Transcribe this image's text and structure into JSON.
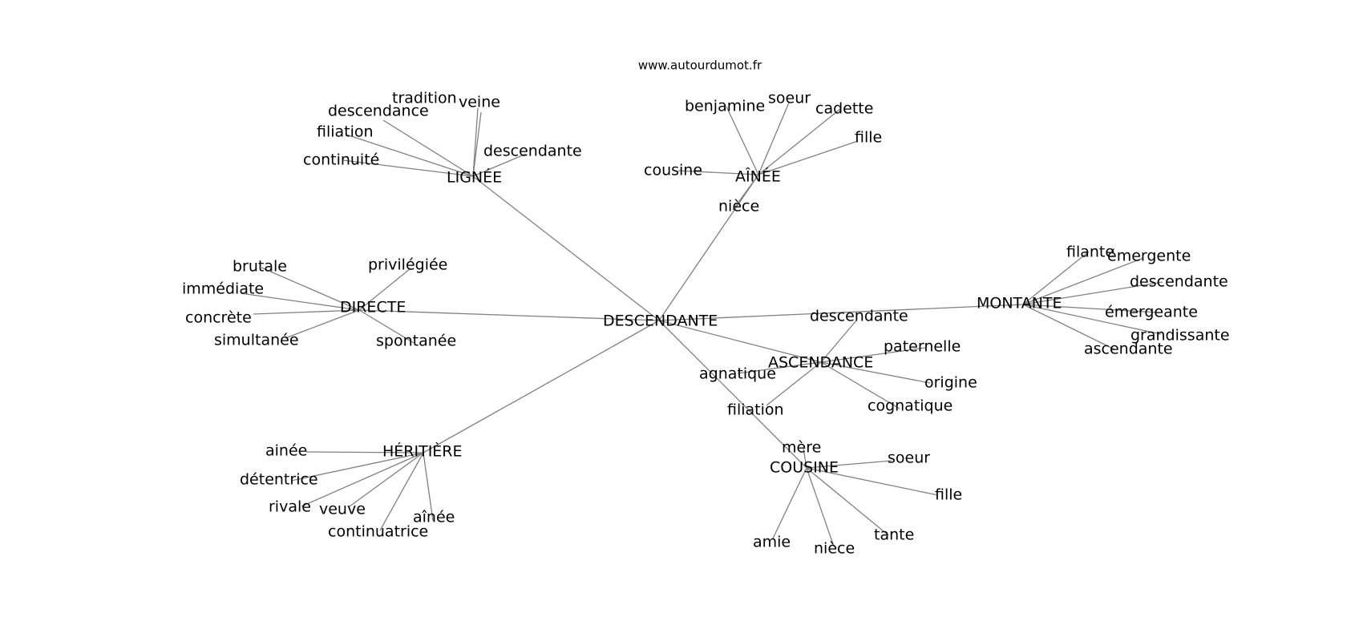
{
  "source": "www.autourdumot.fr",
  "center": "DESCENDANTE",
  "hubs": [
    {
      "id": "lignee",
      "label": "LIGNÉE",
      "leaves": [
        "tradition",
        "veine",
        "descendance",
        "filiation",
        "descendante",
        "continuité"
      ]
    },
    {
      "id": "ainee",
      "label": "AÎNÉE",
      "leaves": [
        "benjamine",
        "soeur",
        "cadette",
        "fille",
        "cousine",
        "nièce"
      ]
    },
    {
      "id": "directe",
      "label": "DIRECTE",
      "leaves": [
        "brutale",
        "privilégiée",
        "immédiate",
        "concrète",
        "simultanée",
        "spontanée"
      ]
    },
    {
      "id": "montante",
      "label": "MONTANTE",
      "leaves": [
        "filante",
        "émergente",
        "descendante",
        "émergeante",
        "grandissante",
        "ascendante"
      ]
    },
    {
      "id": "ascendance",
      "label": "ASCENDANCE",
      "leaves": [
        "descendante",
        "paternelle",
        "agnatique",
        "origine",
        "filiation",
        "cognatique"
      ]
    },
    {
      "id": "heritiere",
      "label": "HÉRITIÈRE",
      "leaves": [
        "ainée",
        "détentrice",
        "rivale",
        "veuve",
        "continuatrice",
        "aînée"
      ]
    },
    {
      "id": "cousine",
      "label": "COUSINE",
      "leaves": [
        "mère",
        "soeur",
        "fille",
        "amie",
        "nièce",
        "tante"
      ]
    }
  ]
}
